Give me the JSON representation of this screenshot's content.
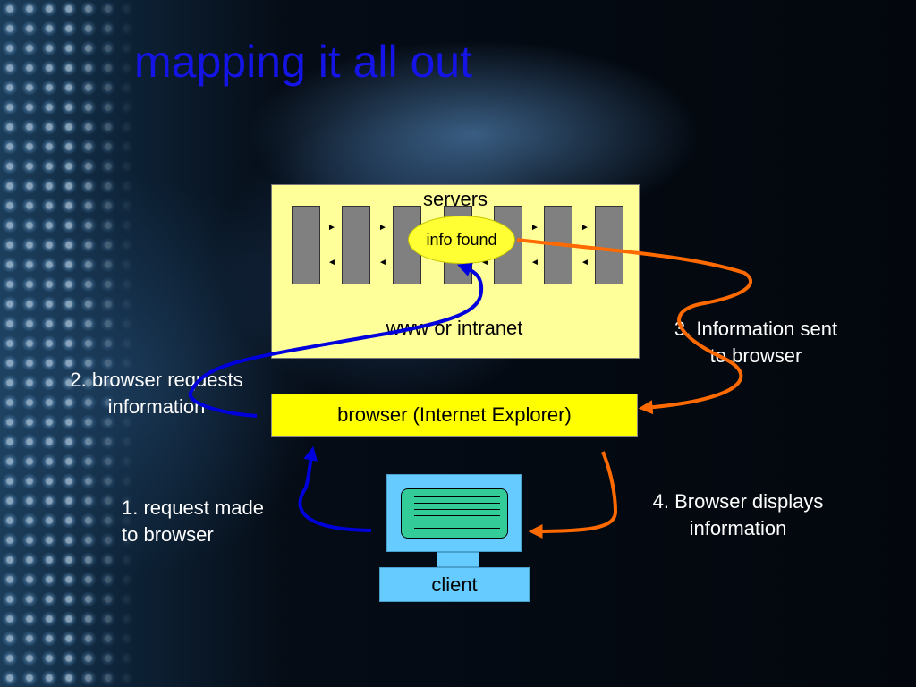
{
  "slide": {
    "title": "mapping it all out"
  },
  "servers_panel": {
    "title": "servers",
    "highlight_label": "info found",
    "network_label": "www or intranet",
    "server_count": 7,
    "colors": {
      "panel": "#ffff99",
      "server": "#808080",
      "highlight": "#ffff33"
    }
  },
  "browser_panel": {
    "label": "browser (Internet Explorer)",
    "color": "#ffff00"
  },
  "client": {
    "label": "client",
    "colors": {
      "body": "#66ccff",
      "screen": "#33cc99"
    }
  },
  "steps": {
    "step1": {
      "line1": "1. request made",
      "line2": "to browser"
    },
    "step2": {
      "line1": "2. browser requests",
      "line2": "information"
    },
    "step3": {
      "line1": "3. Information sent",
      "line2": "to browser"
    },
    "step4": {
      "line1": "4. Browser displays",
      "line2": "information"
    }
  },
  "arrow_colors": {
    "request": "#0000dd",
    "response": "#ff6a00"
  }
}
